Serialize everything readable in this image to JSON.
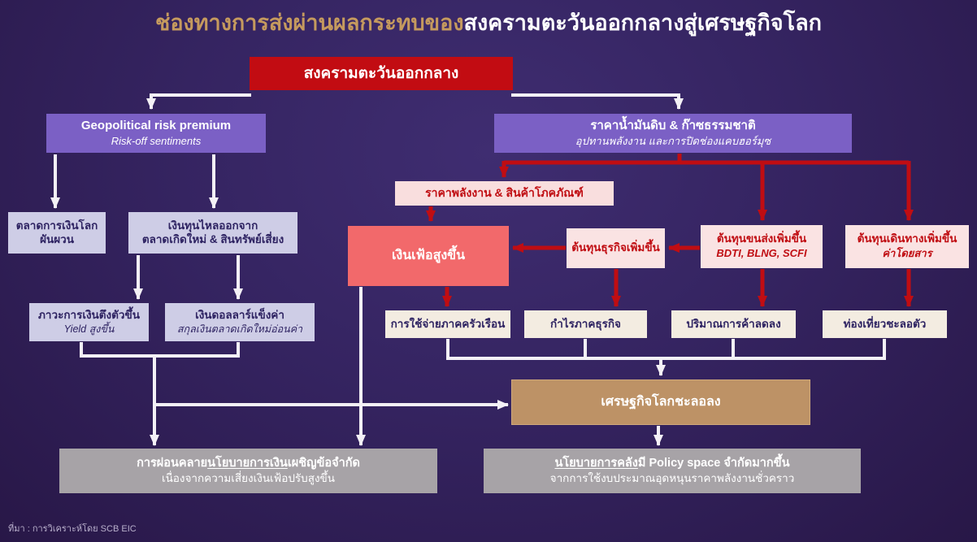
{
  "title": {
    "highlight": "ช่องทางการส่งผ่านผลกระทบของ",
    "rest": "สงครามตะวันออกกลางสู่เศรษฐกิจโลก"
  },
  "nodes": {
    "war": {
      "label": "สงครามตะวันออกกลาง"
    },
    "geopolitical": {
      "title": "Geopolitical risk premium",
      "subtitle": "Risk-off sentiments"
    },
    "oil_gas": {
      "title": "ราคาน้ำมันดิบ & ก๊าซธรรมชาติ",
      "subtitle": "อุปทานพลังงาน และการปิดช่องแคบฮอร์มุซ"
    },
    "financial_market": {
      "line1": "ตลาดการเงินโลก",
      "line2": "ผันผวน"
    },
    "capital_outflow": {
      "line1": "เงินทุนไหลออกจาก",
      "line2": "ตลาดเกิดใหม่ & สินทรัพย์เสี่ยง"
    },
    "tightening": {
      "title": "ภาวะการเงินตึงตัวขึ้น",
      "subtitle": "Yield สูงขึ้น"
    },
    "dollar": {
      "title": "เงินดอลลาร์แข็งค่า",
      "subtitle": "สกุลเงินตลาดเกิดใหม่อ่อนค่า"
    },
    "energy_commodity": {
      "label": "ราคาพลังงาน & สินค้าโภคภัณฑ์"
    },
    "inflation": {
      "label": "เงินเฟ้อสูงขึ้น"
    },
    "business_cost": {
      "label": "ต้นทุนธุรกิจเพิ่มขึ้น"
    },
    "shipping_cost": {
      "title": "ต้นทุนขนส่งเพิ่มขึ้น",
      "subtitle": "BDTI, BLNG, SCFI"
    },
    "travel_cost": {
      "title": "ต้นทุนเดินทางเพิ่มขึ้น",
      "subtitle": "ค่าโดยสาร"
    },
    "household": {
      "label": "การใช้จ่ายภาคครัวเรือน"
    },
    "profit": {
      "label": "กำไรภาคธุรกิจ"
    },
    "trade": {
      "label": "ปริมาณการค้าลดลง"
    },
    "tourism": {
      "label": "ท่องเที่ยวชะลอตัว"
    },
    "global_slowdown": {
      "label": "เศรษฐกิจโลกชะลอลง"
    },
    "monetary_policy": {
      "line1_pre": "การผ่อนคลาย",
      "line1_underline": "นโยบายการเงิน",
      "line1_post": "เผชิญข้อจำกัด",
      "line2": "เนื่องจากความเสี่ยงเงินเฟ้อปรับสูงขึ้น"
    },
    "fiscal_policy": {
      "line1_underline": "นโยบายการคลัง",
      "line1_post": "มี Policy space จำกัดมากขึ้น",
      "line2": "จากการใช้งบประมาณอุดหนุนราคาพลังงานชั่วคราว"
    }
  },
  "footer": {
    "source": "ที่มา : การวิเคราะห์โดย SCB EIC"
  },
  "colors": {
    "background_top": "#3f2d71",
    "background_bottom": "#281747",
    "title_highlight": "#c59a5e",
    "title_rest": "#ffffff",
    "war_red": "#c20c12",
    "purple": "#7b60c5",
    "lavender": "#cecde6",
    "light_pink": "#f9dede",
    "salmon": "#f2696b",
    "cream": "#f3ece1",
    "tan": "#bd9266",
    "gray": "#a7a3a7",
    "white_arrow": "#f4f1f6",
    "red_arrow": "#c00d12",
    "dark_text": "#2e2362"
  }
}
